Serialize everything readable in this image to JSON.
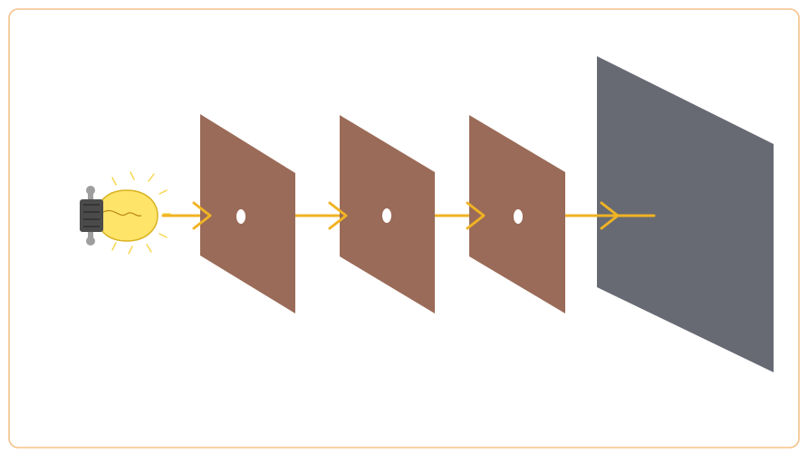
{
  "diagram": {
    "description_type": "light-through-aligned-pinholes",
    "colors": {
      "frame_border": "#f5c28a",
      "background": "#ffffff",
      "card": "#9a6b58",
      "screen": "#676a73",
      "hole": "#ffffff",
      "ray": "#f0b323",
      "bulb_glass": "#ffe46a",
      "bulb_glass_edge": "#d9b21f",
      "bulb_glow": "#f6d54a",
      "bulb_base": "#4b4b4b",
      "bulb_contacts": "#9e9e9e"
    },
    "icons": {
      "light_source": "light-bulb-icon"
    },
    "elements": {
      "cards_count_visible": 3,
      "has_screen": true,
      "ray_arrow_count": 4
    }
  }
}
